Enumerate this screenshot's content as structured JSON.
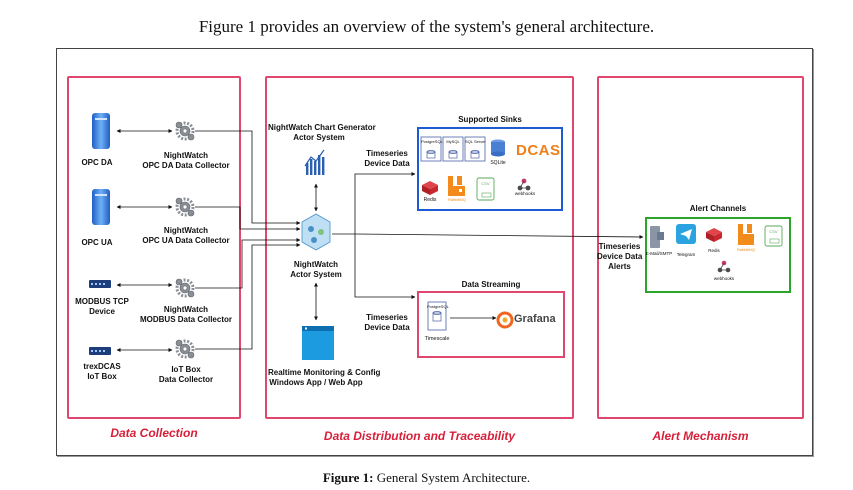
{
  "intro_text": "Figure 1 provides an overview of the system's general architecture.",
  "caption": {
    "label": "Figure 1:",
    "text": " General System Architecture."
  },
  "sections": {
    "collection": "Data Collection",
    "distribution": "Data Distribution and Traceability",
    "alerts": "Alert Mechanism"
  },
  "sources": {
    "opc_da": "OPC DA",
    "opc_ua": "OPC UA",
    "modbus": [
      "MODBUS TCP",
      "Device"
    ],
    "trexdcas": [
      "trexDCAS",
      "IoT Box"
    ]
  },
  "collectors": {
    "opc_da": [
      "NightWatch",
      "OPC DA Data Collector"
    ],
    "opc_ua": [
      "NightWatch",
      "OPC UA Data Collector"
    ],
    "modbus": [
      "NightWatch",
      "MODBUS Data Collector"
    ],
    "iot": [
      "IoT Box",
      "Data Collector"
    ]
  },
  "chart_generator": [
    "NightWatch Chart Generator",
    "Actor System"
  ],
  "actor_system": [
    "NightWatch",
    "Actor System"
  ],
  "monitoring_app": [
    "Realtime Monitoring & Config",
    "Windows App / Web App"
  ],
  "flow_labels": {
    "to_sinks": [
      "Timeseries",
      "Device Data"
    ],
    "to_streaming": [
      "Timeseries",
      "Device Data"
    ],
    "to_alerts": [
      "Timeseries",
      "Device Data",
      "Alerts"
    ]
  },
  "sinks": {
    "title": "Supported Sinks",
    "db_tags": [
      "PostgreSQL",
      "MySQL",
      "SQL Server"
    ],
    "sqlite": "SQLite",
    "dcas": "DCAS",
    "redis": "Redis",
    "rabbitmq": "RabbitMQ",
    "csv": "CSV",
    "webhooks": "webhooks"
  },
  "streaming": {
    "title": "Data Streaming",
    "db_tag": "PostgreSQL",
    "timescale": "Timescale",
    "grafana": "Grafana"
  },
  "alert_channels": {
    "title": "Alert Channels",
    "email": "E-Mail/SMTP",
    "telegram": "Telegram",
    "redis": "Redis",
    "rabbitmq": "RabbitMQ",
    "csv": "CSV",
    "webhooks": "webhooks"
  },
  "colors": {
    "panel_border": "#e0476e",
    "section_title": "#d6203a",
    "sinks_border": "#1c5bd6",
    "alerts_border": "#2aa52a",
    "server_blue": "#3e86e0",
    "grafana_orange": "#f0661f",
    "dcas_orange": "#ef7f1a",
    "redis_red": "#c8282e",
    "telegram_blue": "#2aa3e0",
    "rabbit_orange": "#f28a1c"
  }
}
